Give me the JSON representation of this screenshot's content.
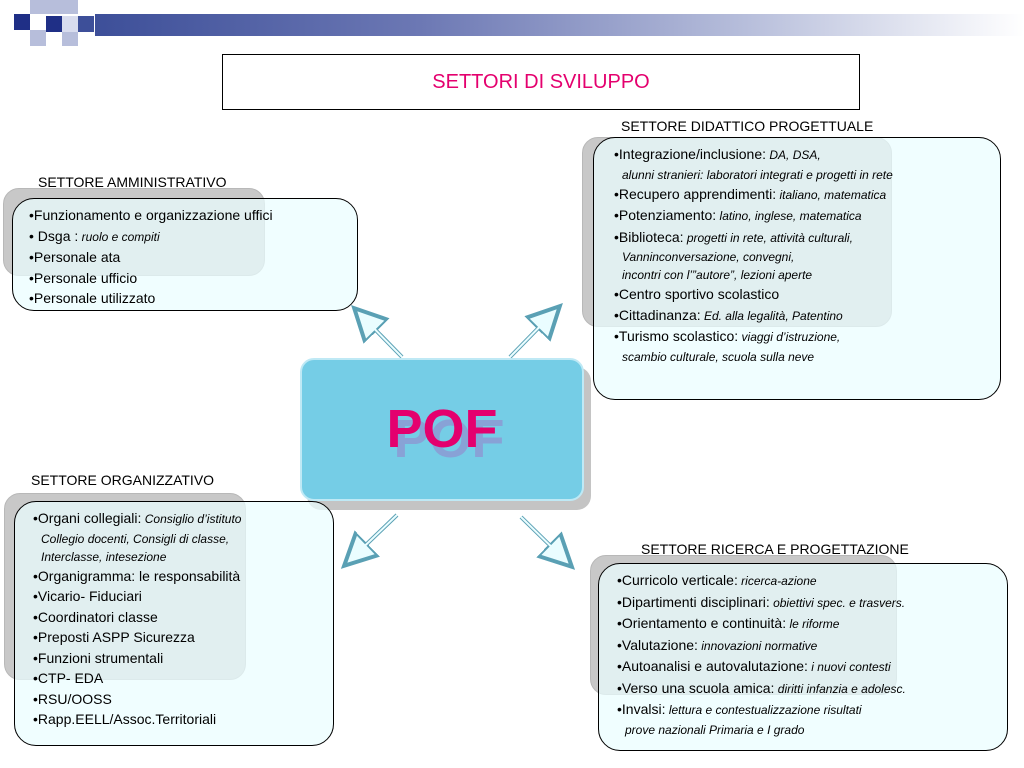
{
  "title": "SETTORI DI SVILUPPO",
  "center_label": "POF",
  "colors": {
    "accent": "#e4006e",
    "center_fill": "#75cde6",
    "box_fill": "#eafdff",
    "header_bar": "#3d4f99"
  },
  "didattico": {
    "heading": "SETTORE DIDATTICO PROGETTUALE",
    "items": [
      {
        "main": "Integrazione/inclusione:",
        "sub": " DA, DSA,"
      },
      {
        "cont": "alunni stranieri: laboratori integrati e progetti in rete"
      },
      {
        "main": "Recupero apprendimenti:",
        "sub": " italiano, matematica"
      },
      {
        "main": "Potenziamento:",
        "sub": " latino, inglese, matematica"
      },
      {
        "main": "Biblioteca:",
        "sub": " progetti in rete, attività culturali,"
      },
      {
        "cont": "Vanninconversazione, convegni,"
      },
      {
        "cont": "incontri con l’”autore”, lezioni aperte"
      },
      {
        "main": "Centro sportivo scolastico",
        "sub": ""
      },
      {
        "main": "Cittadinanza:",
        "sub": " Ed. alla legalità, Patentino"
      },
      {
        "main": "Turismo scolastico:",
        "sub": " viaggi d’istruzione,"
      },
      {
        "cont": "scambio culturale, scuola sulla neve"
      }
    ]
  },
  "amministrativo": {
    "heading": "SETTORE AMMINISTRATIVO",
    "items": [
      {
        "main": "Funzionamento e organizzazione uffici",
        "sub": ""
      },
      {
        "main": " Dsga :",
        "sub": " ruolo e compiti"
      },
      {
        "main": "Personale ata",
        "sub": ""
      },
      {
        "main": "Personale ufficio",
        "sub": ""
      },
      {
        "main": "Personale utilizzato",
        "sub": ""
      }
    ]
  },
  "organizzativo": {
    "heading": "SETTORE ORGANIZZATIVO",
    "items": [
      {
        "main": "Organi collegiali:",
        "sub": " Consiglio d’istituto"
      },
      {
        "cont": "Collegio docenti, Consigli di classe,"
      },
      {
        "cont": "Interclasse, intesezione"
      },
      {
        "main": "Organigramma: le responsabilità",
        "sub": ""
      },
      {
        "main": "Vicario- Fiduciari",
        "sub": ""
      },
      {
        "main": "Coordinatori classe",
        "sub": ""
      },
      {
        "main": "Preposti ASPP Sicurezza",
        "sub": ""
      },
      {
        "main": "Funzioni strumentali",
        "sub": ""
      },
      {
        "main": "CTP- EDA",
        "sub": ""
      },
      {
        "main": "RSU/OOSS",
        "sub": ""
      },
      {
        "main": "Rapp.EELL/Assoc.Territoriali",
        "sub": ""
      }
    ]
  },
  "ricerca": {
    "heading": "SETTORE RICERCA E PROGETTAZIONE",
    "items": [
      {
        "main": "Curricolo verticale:",
        "sub": " ricerca-azione"
      },
      {
        "main": "Dipartimenti disciplinari:",
        "sub": " obiettivi spec. e trasvers."
      },
      {
        "main": "Orientamento e continuità:",
        "sub": " le riforme"
      },
      {
        "main": "Valutazione:",
        "sub": " innovazioni normative"
      },
      {
        "main": "Autoanalisi e autovalutazione:",
        "sub": " i nuovi contesti"
      },
      {
        "main": "Verso una scuola amica:",
        "sub": " diritti infanzia e adolesc."
      },
      {
        "main": "Invalsi:",
        "sub": " lettura e contestualizzazione risultati"
      },
      {
        "cont": "prove nazionali Primaria e I grado"
      }
    ]
  }
}
